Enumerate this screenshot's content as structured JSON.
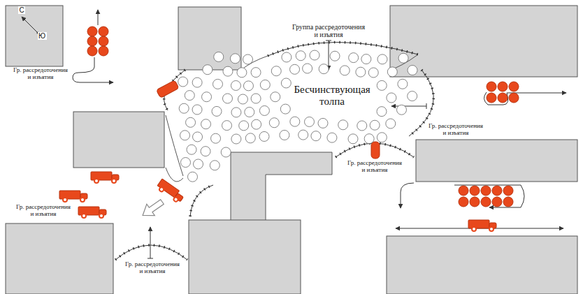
{
  "diagram": {
    "labels": [
      "С",
      "Ю",
      "Гр. рассредоточения и изъятия",
      "Группа рассредоточения и изъятия",
      "Бесчинствующая толпа",
      "Гр. рассредоточения и изъятия",
      "Гр. рассредоточения и изъятия",
      "Гр. рассредоточения и изъятия",
      "Гр. рассредоточения и изъятия"
    ]
  }
}
